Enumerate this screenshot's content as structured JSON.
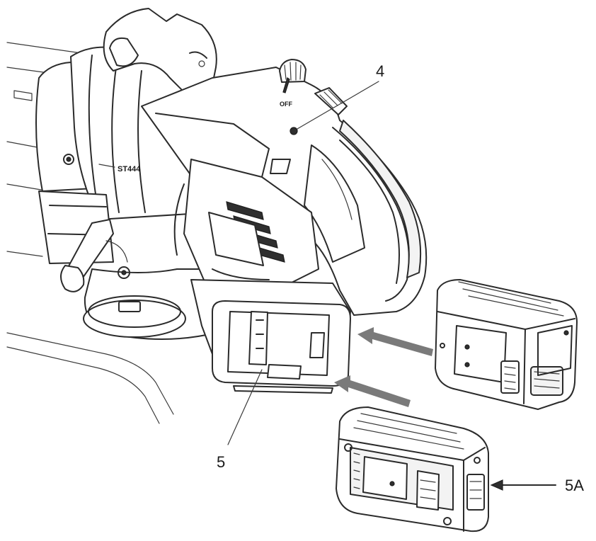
{
  "figure": {
    "labels": {
      "housing": "4",
      "battery_interface": "5",
      "battery_pack": "5A"
    },
    "markings": {
      "switch_off": "OFF",
      "model": "ST444"
    }
  }
}
